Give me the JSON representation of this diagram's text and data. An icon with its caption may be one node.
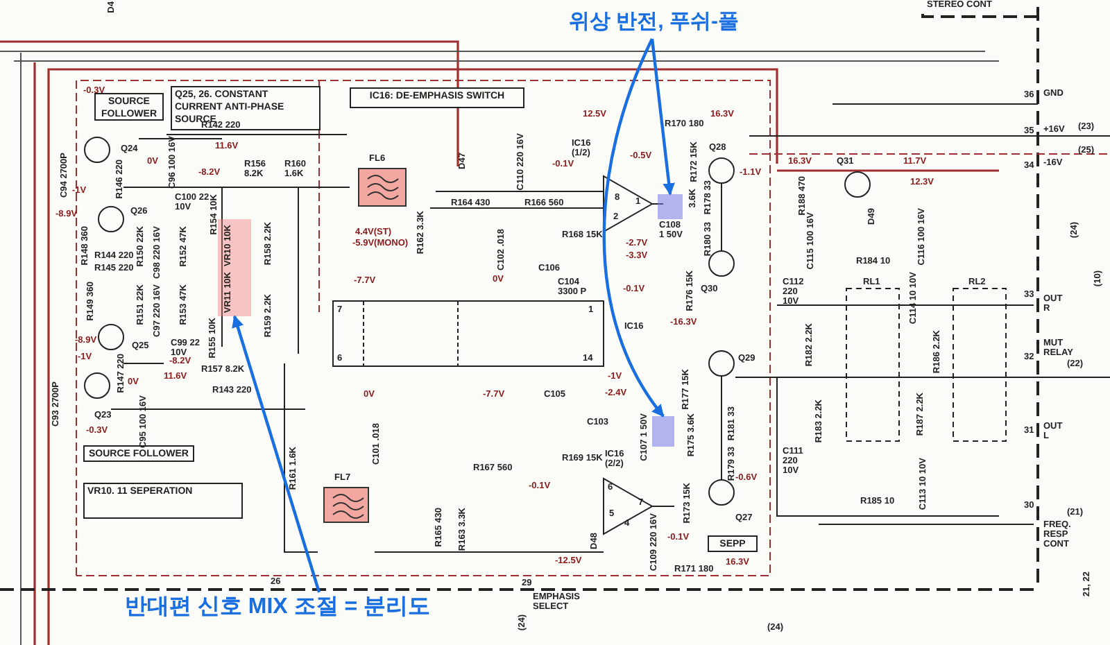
{
  "diagram": {
    "nodes": [
      {
        "text": [
          "위상 반전, 푸쉬-풀"
        ]
      },
      {
        "text": [],
        "shape": "box"
      },
      {
        "text": [],
        "shape": "box"
      },
      {
        "text": [
          "반대편 신호 MIX 조절 = 분리도"
        ]
      },
      {
        "text": [
          "VR10 10K",
          "VR11 10K"
        ]
      },
      {
        "text": [
          "SOURCE FOLLOWER"
        ]
      },
      {
        "text": [
          "Q25, 26. CONSTANT CURRENT ANTI-PHASE SOURCE"
        ]
      },
      {
        "text": [
          "IC16: DE-EMPHASIS SWITCH"
        ]
      },
      {
        "text": [
          "FL6"
        ]
      },
      {
        "text": [
          "SOURCE FOLLOWER"
        ]
      },
      {
        "text": [
          "VR10. 11 SEPERATION"
        ]
      },
      {
        "text": [
          "FL7"
        ]
      },
      {
        "text": [
          "SEPP"
        ]
      }
    ],
    "edges": [
      {
        "from": 0,
        "to": 1,
        "arrow": "to"
      },
      {
        "from": 0,
        "to": 2,
        "arrow": "to"
      },
      {
        "from": 3,
        "to": 4,
        "arrow": "to"
      }
    ],
    "labels": [
      "D4",
      "-0.3V",
      "R142 220",
      "11.6V",
      "Q24",
      "0V",
      "C94 2700P",
      "R146 220",
      "C96 100 16V",
      "-8.2V",
      "R156 8.2K",
      "R160 1.6K",
      "-1V",
      "-8.9V",
      "Q26",
      "C100 22 10V",
      "R154 10K",
      "R148 360",
      "R150 22K",
      "C98 220 16V",
      "R152 47K",
      "R158 2.2K",
      "R144 220",
      "R145 220",
      "R149 360",
      "R151 22K",
      "C97 220 16V",
      "R153 47K",
      "R159 2.2K",
      "R155 10K",
      "-8.9V",
      "Q25",
      "C99 22 10V",
      "-1V",
      "-8.2V",
      "R157 8.2K",
      "R147 220",
      "0V",
      "11.6V",
      "R143 220",
      "C93 2700P",
      "C95 100 16V",
      "Q23",
      "-0.3V",
      "R161 1.6K",
      "26",
      "12.5V",
      "R170 180",
      "16.3V",
      "D47",
      "C110 220 16V",
      "IC16 (1/2)",
      "-0.1V",
      "-0.5V",
      "R172 15K",
      "Q28",
      "-1.1V",
      "R162 3.3K",
      "R164 430",
      "R166 560",
      "8",
      "1",
      "2",
      "C102 .018",
      "C108 1 50V",
      "3.6K",
      "R178 33",
      "R180 33",
      "4.4V(ST)",
      "-5.9V(MONO)",
      "R168 15K",
      "-2.7V",
      "-3.3V",
      "-7.7V",
      "0V",
      "C106",
      "C104 3300 P",
      "-0.1V",
      "R176 15K",
      "Q30",
      "7",
      "1",
      "IC16",
      "-16.3V",
      "6",
      "14",
      "0V",
      "-7.7V",
      "C105",
      "-1V",
      "-2.4V",
      "R177 15K",
      "Q29",
      "C103",
      "C107 1 50V",
      "R175 3.6K",
      "R181 33",
      "C101 .018",
      "R169 15K",
      "IC16 (2/2)",
      "R167 560",
      "-0.1V",
      "6",
      "7",
      "5",
      "4",
      "R179 33",
      "-0.6V",
      "Q27",
      "R165 430",
      "R163 3.3K",
      "R173 15K",
      "C109 220 16V",
      "-0.1V",
      "D48",
      "-12.5V",
      "R171 180",
      "16.3V",
      "29",
      "EMPHASIS SELECT",
      "(24)",
      "(24)",
      "STEREO CONT",
      "36",
      "GND",
      "35",
      "+16V",
      "(23)",
      "34",
      "-16V",
      "(25)",
      "16.3V",
      "Q31",
      "11.7V",
      "12.3V",
      "R188 470",
      "C115 100 16V",
      "D49",
      "C116 100 16V",
      "(24)",
      "(10)",
      "R184 10",
      "RL1",
      "RL2",
      "C114 10 10V",
      "C112 220 10V",
      "33",
      "OUT R",
      "R182 2.2K",
      "R186 2.2K",
      "R183 2.2K",
      "R187 2.2K",
      "32",
      "MUT RELAY",
      "(22)",
      "31",
      "OUT L",
      "C111 220 10V",
      "C113 10 10V",
      "R185 10",
      "30",
      "(21)",
      "FREQ. RESP CONT",
      "21, 22"
    ]
  }
}
